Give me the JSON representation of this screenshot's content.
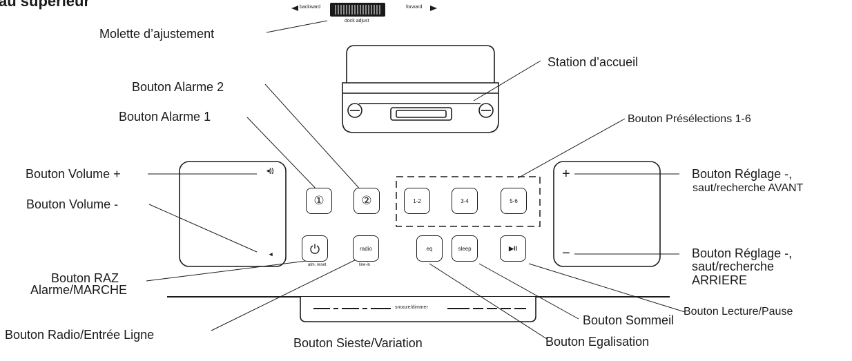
{
  "title": "au supérieur",
  "dock_adjust": {
    "backward": "backward",
    "forward": "forward",
    "caption": "dock adjust"
  },
  "snooze_label": "snooze/dimmer",
  "buttons": {
    "alarm1": "①",
    "alarm2": "②",
    "preset1": "1-2",
    "preset2": "3-4",
    "preset3": "5-6",
    "power_sub": "alm. reset",
    "radio": "radio",
    "radio_sub": "line-in",
    "eq": "eq",
    "sleep": "sleep",
    "playpause": "▶II"
  },
  "labels": {
    "molette": "Molette d’ajustement",
    "station": "Station d’accueil",
    "alarme2": "Bouton Alarme 2",
    "alarme1": "Bouton Alarme 1",
    "presets": "Bouton Présélections 1-6",
    "vol_plus": "Bouton Volume +",
    "vol_minus": "Bouton Volume -",
    "reglage_plus_1": "Bouton Réglage -,",
    "reglage_plus_2": "saut/recherche AVANT",
    "reglage_minus_1": "Bouton Réglage -,",
    "reglage_minus_2": "saut/recherche",
    "reglage_minus_3": "ARRIERE",
    "raz_1": "Bouton RAZ",
    "raz_2": "Alarme/MARCHE",
    "lecture": "Bouton Lecture/Pause",
    "sommeil": "Bouton Sommeil",
    "radio_entree": "Bouton Radio/Entrée Ligne",
    "sieste": "Bouton Sieste/Variation",
    "egalisation": "Bouton Egalisation"
  }
}
